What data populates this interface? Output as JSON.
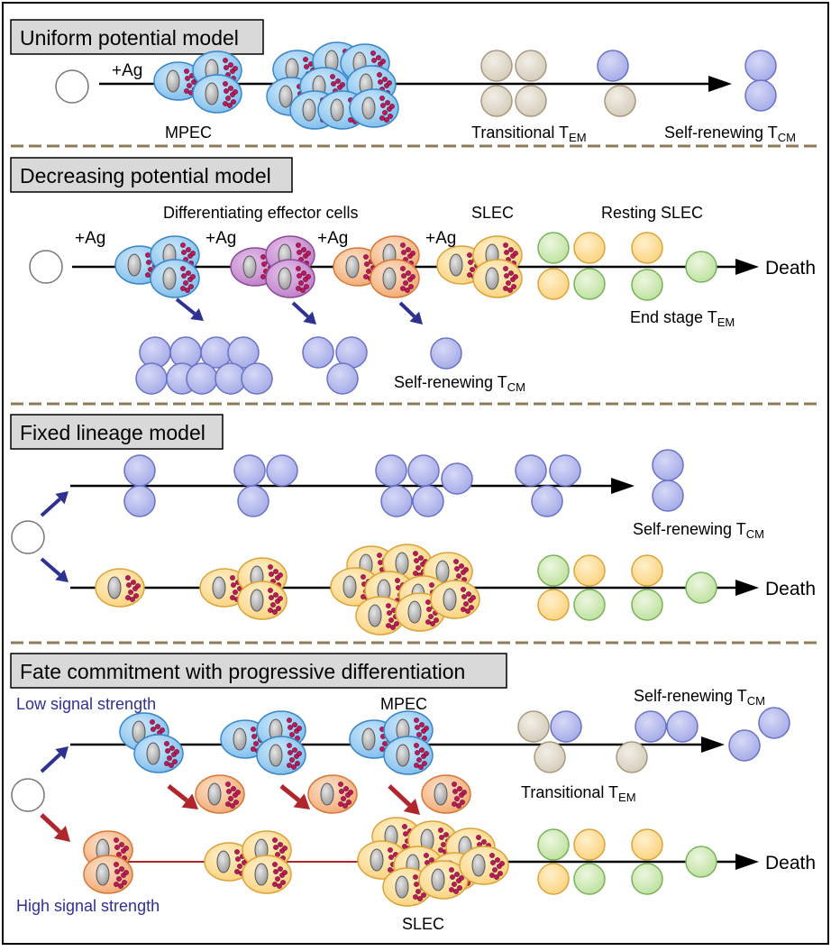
{
  "panels": {
    "uniform": {
      "title": "Uniform potential model",
      "ag": "+Ag",
      "mpec": "MPEC",
      "transitional": "Transitional T",
      "transitional_sub": "EM",
      "self_renewing": "Self-renewing T",
      "self_renewing_sub": "CM"
    },
    "decreasing": {
      "title": "Decreasing potential model",
      "ag": "+Ag",
      "differentiating": "Differentiating effector cells",
      "slec": "SLEC",
      "resting_slec": "Resting SLEC",
      "death": "Death",
      "end_stage": "End stage T",
      "end_stage_sub": "EM",
      "self_renewing": "Self-renewing T",
      "self_renewing_sub": "CM"
    },
    "fixed": {
      "title": "Fixed lineage model",
      "self_renewing": "Self-renewing T",
      "self_renewing_sub": "CM",
      "death": "Death"
    },
    "fate": {
      "title": "Fate commitment with progressive differentiation",
      "low_signal": "Low signal strength",
      "high_signal": "High signal strength",
      "mpec": "MPEC",
      "self_renewing": "Self-renewing T",
      "self_renewing_sub": "CM",
      "transitional": "Transitional T",
      "transitional_sub": "EM",
      "death": "Death",
      "slec": "SLEC"
    }
  },
  "colors": {
    "memory_cell": "#a9aee8",
    "memory_stroke": "#6b72c4",
    "mpec_cell": "#8ec9f0",
    "mpec_stroke": "#3a86c8",
    "transitional_cell": "#ddd6c8",
    "transitional_stroke": "#a8997e",
    "purple_cell": "#c68ccf",
    "purple_stroke": "#8d4d96",
    "orange_cell": "#f6b98a",
    "orange_stroke": "#d5783a",
    "yellow_cell": "#fcdc93",
    "yellow_stroke": "#dba43c",
    "green_cell": "#cde9b4",
    "green_stroke": "#78b25a",
    "granule": "#c2185b",
    "blue_arrow": "#2e3192",
    "red_arrow": "#b0262c",
    "divider": "#8c7b5a"
  }
}
